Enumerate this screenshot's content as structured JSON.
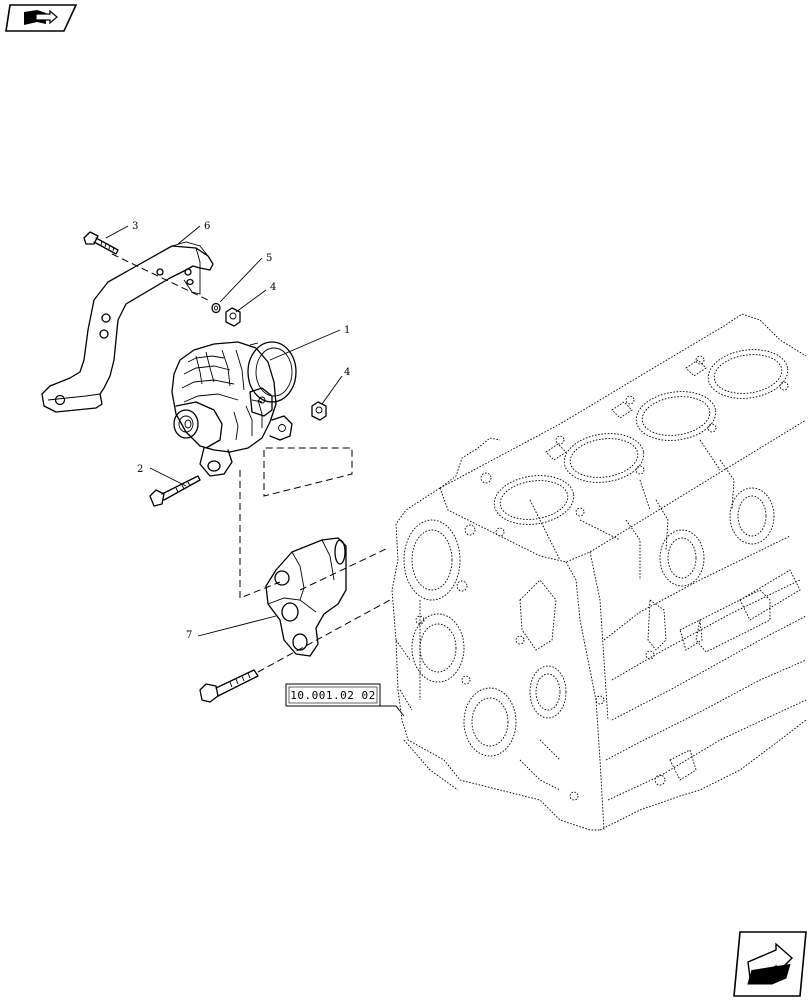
{
  "navigation": {
    "prev_icon": "book-arrow-icon",
    "next_icon": "next-page-arrow-icon"
  },
  "callouts": {
    "alternator": "1",
    "alternator_bolt": "2",
    "bracket_bolt": "3",
    "nut_upper": "4",
    "nut_lower": "4",
    "washer": "5",
    "support_bracket": "6",
    "mounting_bracket": "7"
  },
  "reference": {
    "label": "10.001.02 02"
  }
}
